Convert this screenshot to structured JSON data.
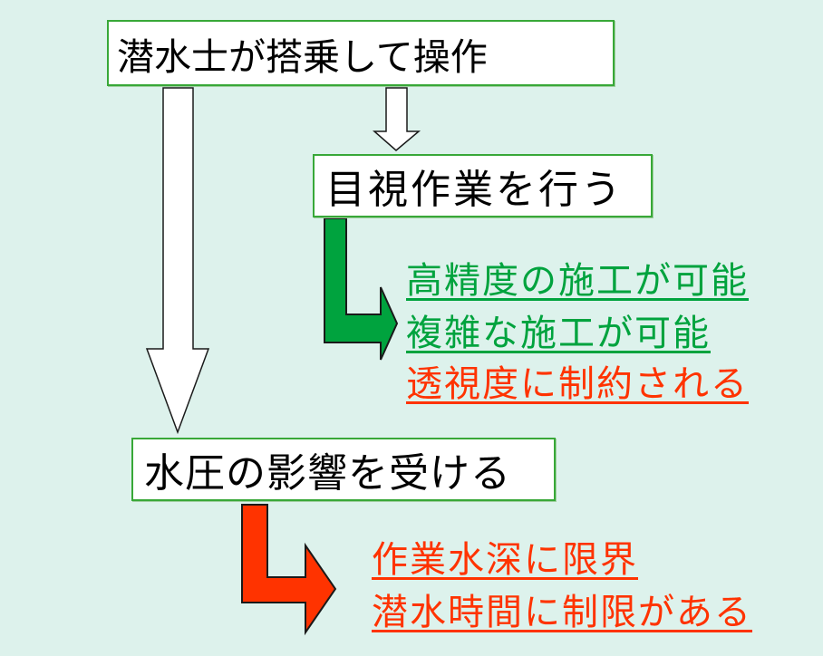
{
  "colors": {
    "background": "#DDF2EC",
    "box_fill": "#FFFFFF",
    "box_border_green": "#38A838",
    "note_green": "#00A33E",
    "note_red": "#FF3300",
    "arrow_white_fill": "#FFFFFF",
    "arrow_green_fill": "#00A33E",
    "arrow_red_fill": "#FF3300",
    "arrow_outline": "#1A1A1A",
    "box_text": "#000000"
  },
  "flowchart": {
    "boxes": [
      {
        "id": "diver-operation",
        "label": "潜水士が搭乗して操作"
      },
      {
        "id": "visual-work",
        "label": "目視作業を行う"
      },
      {
        "id": "water-pressure",
        "label": "水圧の影響を受ける"
      }
    ],
    "arrows": [
      {
        "name": "down-arrow-short",
        "style": "white-outline",
        "from": "diver-operation",
        "to": "visual-work"
      },
      {
        "name": "down-arrow-long",
        "style": "white-outline",
        "from": "diver-operation",
        "to": "water-pressure"
      },
      {
        "name": "elbow-arrow-green",
        "style": "green-filled",
        "from": "visual-work",
        "to": "visual-notes"
      },
      {
        "name": "elbow-arrow-red",
        "style": "red-filled",
        "from": "water-pressure",
        "to": "pressure-notes"
      }
    ],
    "visual_notes": [
      {
        "text": "高精度の施工が可能",
        "tone": "green"
      },
      {
        "text": "複雑な施工が可能",
        "tone": "green"
      },
      {
        "text": "透視度に制約される",
        "tone": "red"
      }
    ],
    "pressure_notes": [
      {
        "text": "作業水深に限界",
        "tone": "red"
      },
      {
        "text": "潜水時間に制限がある",
        "tone": "red"
      }
    ]
  }
}
